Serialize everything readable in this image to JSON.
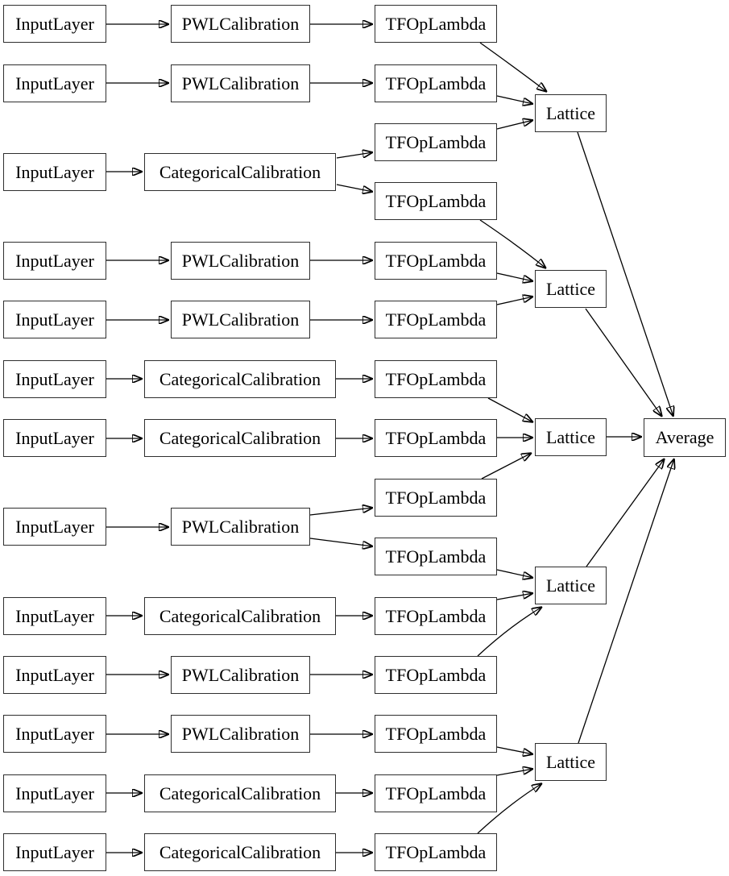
{
  "diagram": {
    "type": "dag",
    "description": "Keras model architecture graph: calibrated lattice ensemble",
    "colors": {
      "background": "#ffffff",
      "node_fill": "#ffffff",
      "node_border": "#2e2e2e",
      "edge": "#000000",
      "text": "#000000"
    },
    "counts": {
      "input_layers": 13,
      "pwl_calibrations": 7,
      "categorical_calibrations": 6,
      "tf_op_lambdas": 15,
      "lattices": 5,
      "averages": 1
    },
    "nodes": [
      {
        "id": "input_1",
        "type": "InputLayer",
        "label": "InputLayer"
      },
      {
        "id": "input_2",
        "type": "InputLayer",
        "label": "InputLayer"
      },
      {
        "id": "input_3",
        "type": "InputLayer",
        "label": "InputLayer"
      },
      {
        "id": "input_4",
        "type": "InputLayer",
        "label": "InputLayer"
      },
      {
        "id": "input_5",
        "type": "InputLayer",
        "label": "InputLayer"
      },
      {
        "id": "input_6",
        "type": "InputLayer",
        "label": "InputLayer"
      },
      {
        "id": "input_7",
        "type": "InputLayer",
        "label": "InputLayer"
      },
      {
        "id": "input_8",
        "type": "InputLayer",
        "label": "InputLayer"
      },
      {
        "id": "input_9",
        "type": "InputLayer",
        "label": "InputLayer"
      },
      {
        "id": "input_10",
        "type": "InputLayer",
        "label": "InputLayer"
      },
      {
        "id": "input_11",
        "type": "InputLayer",
        "label": "InputLayer"
      },
      {
        "id": "input_12",
        "type": "InputLayer",
        "label": "InputLayer"
      },
      {
        "id": "input_13",
        "type": "InputLayer",
        "label": "InputLayer"
      },
      {
        "id": "calib_1",
        "type": "PWLCalibration",
        "label": "PWLCalibration"
      },
      {
        "id": "calib_2",
        "type": "PWLCalibration",
        "label": "PWLCalibration"
      },
      {
        "id": "calib_3",
        "type": "CategoricalCalibration",
        "label": "CategoricalCalibration"
      },
      {
        "id": "calib_4",
        "type": "PWLCalibration",
        "label": "PWLCalibration"
      },
      {
        "id": "calib_5",
        "type": "PWLCalibration",
        "label": "PWLCalibration"
      },
      {
        "id": "calib_6",
        "type": "CategoricalCalibration",
        "label": "CategoricalCalibration"
      },
      {
        "id": "calib_7",
        "type": "CategoricalCalibration",
        "label": "CategoricalCalibration"
      },
      {
        "id": "calib_8",
        "type": "PWLCalibration",
        "label": "PWLCalibration"
      },
      {
        "id": "calib_9",
        "type": "CategoricalCalibration",
        "label": "CategoricalCalibration"
      },
      {
        "id": "calib_10",
        "type": "PWLCalibration",
        "label": "PWLCalibration"
      },
      {
        "id": "calib_11",
        "type": "PWLCalibration",
        "label": "PWLCalibration"
      },
      {
        "id": "calib_12",
        "type": "CategoricalCalibration",
        "label": "CategoricalCalibration"
      },
      {
        "id": "calib_13",
        "type": "CategoricalCalibration",
        "label": "CategoricalCalibration"
      },
      {
        "id": "lambda_1",
        "type": "TFOpLambda",
        "label": "TFOpLambda"
      },
      {
        "id": "lambda_2",
        "type": "TFOpLambda",
        "label": "TFOpLambda"
      },
      {
        "id": "lambda_3",
        "type": "TFOpLambda",
        "label": "TFOpLambda"
      },
      {
        "id": "lambda_4",
        "type": "TFOpLambda",
        "label": "TFOpLambda"
      },
      {
        "id": "lambda_5",
        "type": "TFOpLambda",
        "label": "TFOpLambda"
      },
      {
        "id": "lambda_6",
        "type": "TFOpLambda",
        "label": "TFOpLambda"
      },
      {
        "id": "lambda_7",
        "type": "TFOpLambda",
        "label": "TFOpLambda"
      },
      {
        "id": "lambda_8",
        "type": "TFOpLambda",
        "label": "TFOpLambda"
      },
      {
        "id": "lambda_9",
        "type": "TFOpLambda",
        "label": "TFOpLambda"
      },
      {
        "id": "lambda_10",
        "type": "TFOpLambda",
        "label": "TFOpLambda"
      },
      {
        "id": "lambda_11",
        "type": "TFOpLambda",
        "label": "TFOpLambda"
      },
      {
        "id": "lambda_12",
        "type": "TFOpLambda",
        "label": "TFOpLambda"
      },
      {
        "id": "lambda_13",
        "type": "TFOpLambda",
        "label": "TFOpLambda"
      },
      {
        "id": "lambda_14",
        "type": "TFOpLambda",
        "label": "TFOpLambda"
      },
      {
        "id": "lambda_15",
        "type": "TFOpLambda",
        "label": "TFOpLambda"
      },
      {
        "id": "lattice_1",
        "type": "Lattice",
        "label": "Lattice"
      },
      {
        "id": "lattice_2",
        "type": "Lattice",
        "label": "Lattice"
      },
      {
        "id": "lattice_3",
        "type": "Lattice",
        "label": "Lattice"
      },
      {
        "id": "lattice_4",
        "type": "Lattice",
        "label": "Lattice"
      },
      {
        "id": "lattice_5",
        "type": "Lattice",
        "label": "Lattice"
      },
      {
        "id": "average",
        "type": "Average",
        "label": "Average"
      }
    ],
    "edges": [
      {
        "from": "input_1",
        "to": "calib_1"
      },
      {
        "from": "input_2",
        "to": "calib_2"
      },
      {
        "from": "input_3",
        "to": "calib_3"
      },
      {
        "from": "input_4",
        "to": "calib_4"
      },
      {
        "from": "input_5",
        "to": "calib_5"
      },
      {
        "from": "input_6",
        "to": "calib_6"
      },
      {
        "from": "input_7",
        "to": "calib_7"
      },
      {
        "from": "input_8",
        "to": "calib_8"
      },
      {
        "from": "input_9",
        "to": "calib_9"
      },
      {
        "from": "input_10",
        "to": "calib_10"
      },
      {
        "from": "input_11",
        "to": "calib_11"
      },
      {
        "from": "input_12",
        "to": "calib_12"
      },
      {
        "from": "input_13",
        "to": "calib_13"
      },
      {
        "from": "calib_1",
        "to": "lambda_1"
      },
      {
        "from": "calib_2",
        "to": "lambda_2"
      },
      {
        "from": "calib_3",
        "to": "lambda_3"
      },
      {
        "from": "calib_3",
        "to": "lambda_4"
      },
      {
        "from": "calib_4",
        "to": "lambda_5"
      },
      {
        "from": "calib_5",
        "to": "lambda_6"
      },
      {
        "from": "calib_6",
        "to": "lambda_7"
      },
      {
        "from": "calib_7",
        "to": "lambda_8"
      },
      {
        "from": "calib_8",
        "to": "lambda_9"
      },
      {
        "from": "calib_8",
        "to": "lambda_10"
      },
      {
        "from": "calib_9",
        "to": "lambda_11"
      },
      {
        "from": "calib_10",
        "to": "lambda_12"
      },
      {
        "from": "calib_11",
        "to": "lambda_13"
      },
      {
        "from": "calib_12",
        "to": "lambda_14"
      },
      {
        "from": "calib_13",
        "to": "lambda_15"
      },
      {
        "from": "lambda_1",
        "to": "lattice_1"
      },
      {
        "from": "lambda_2",
        "to": "lattice_1"
      },
      {
        "from": "lambda_3",
        "to": "lattice_1"
      },
      {
        "from": "lambda_4",
        "to": "lattice_2"
      },
      {
        "from": "lambda_5",
        "to": "lattice_2"
      },
      {
        "from": "lambda_6",
        "to": "lattice_2"
      },
      {
        "from": "lambda_7",
        "to": "lattice_3"
      },
      {
        "from": "lambda_8",
        "to": "lattice_3"
      },
      {
        "from": "lambda_9",
        "to": "lattice_3"
      },
      {
        "from": "lambda_10",
        "to": "lattice_4"
      },
      {
        "from": "lambda_11",
        "to": "lattice_4"
      },
      {
        "from": "lambda_12",
        "to": "lattice_4"
      },
      {
        "from": "lambda_13",
        "to": "lattice_5"
      },
      {
        "from": "lambda_14",
        "to": "lattice_5"
      },
      {
        "from": "lambda_15",
        "to": "lattice_5"
      },
      {
        "from": "lattice_1",
        "to": "average"
      },
      {
        "from": "lattice_2",
        "to": "average"
      },
      {
        "from": "lattice_3",
        "to": "average"
      },
      {
        "from": "lattice_4",
        "to": "average"
      },
      {
        "from": "lattice_5",
        "to": "average"
      }
    ]
  }
}
